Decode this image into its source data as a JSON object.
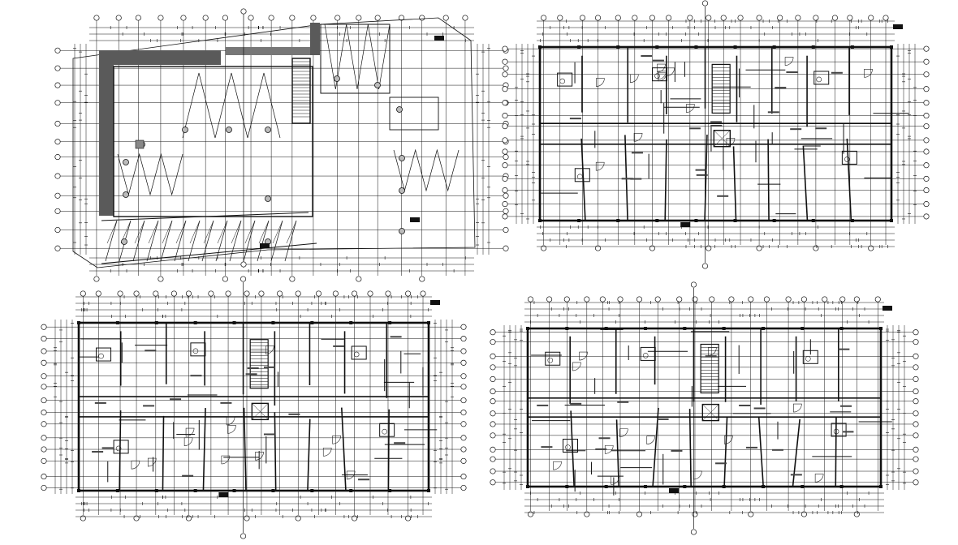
{
  "colors": {
    "background": "#ffffff",
    "linework": "#111111",
    "hatch": "#333333"
  },
  "sheet": {
    "plans": [
      {
        "id": "plan-a",
        "kind": "ground-parking",
        "grid_cols": 18,
        "grid_rows": 12
      },
      {
        "id": "plan-b",
        "kind": "typical-floor",
        "grid_cols": 22,
        "grid_rows": 14
      },
      {
        "id": "plan-c",
        "kind": "typical-floor",
        "grid_cols": 22,
        "grid_rows": 14
      },
      {
        "id": "plan-d",
        "kind": "typical-floor",
        "grid_cols": 22,
        "grid_rows": 14
      }
    ]
  },
  "icons": {
    "north_marker": "grid-bubble-icon",
    "section_tag": "section-tag-icon"
  }
}
